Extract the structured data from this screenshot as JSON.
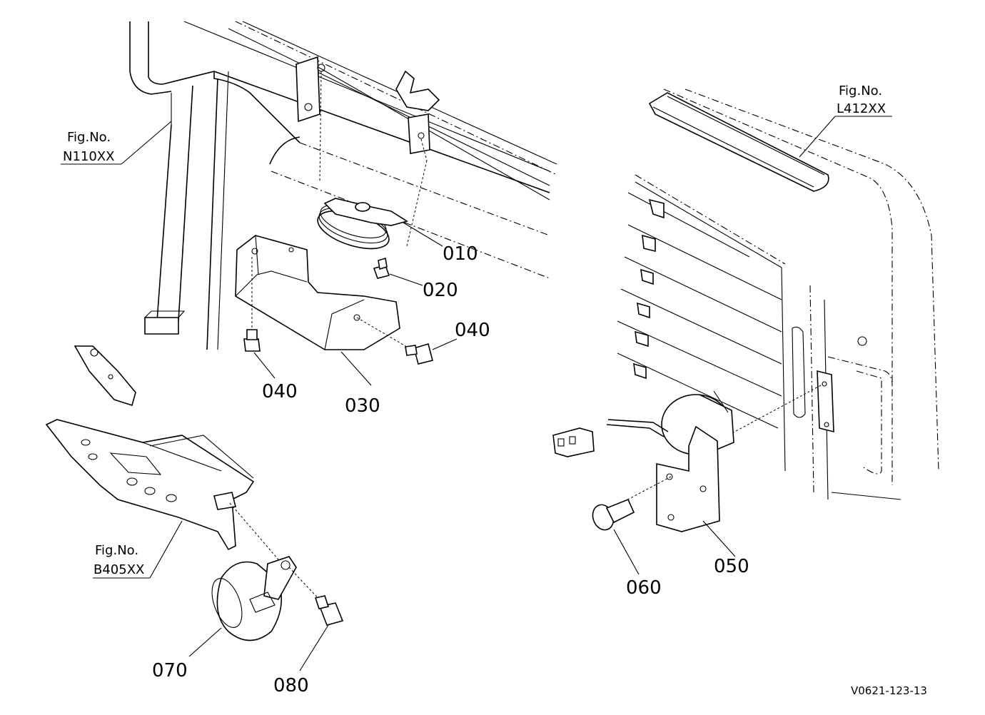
{
  "parts": {
    "p010": "010",
    "p020": "020",
    "p030": "030",
    "p040a": "040",
    "p040b": "040",
    "p050": "050",
    "p060": "060",
    "p070": "070",
    "p080": "080"
  },
  "figrefs": {
    "n110": {
      "label": "Fig.No.",
      "code": "N110XX"
    },
    "l412": {
      "label": "Fig.No.",
      "code": "L412XX"
    },
    "b405": {
      "label": "Fig.No.",
      "code": "B405XX"
    }
  },
  "drawing_code": "V0621-123-13"
}
